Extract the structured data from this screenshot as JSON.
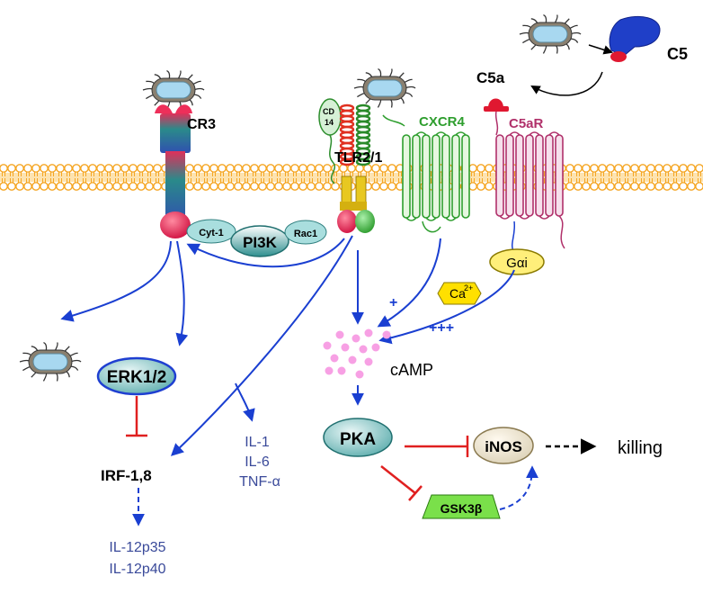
{
  "labels": {
    "c5": "C5",
    "c5a": "C5a",
    "cr3": "CR3",
    "cd14_line1": "CD",
    "cd14_line2": "14",
    "tlr": "TLR2/1",
    "cxcr4": "CXCR4",
    "c5ar": "C5aR",
    "cyt1": "Cyt-1",
    "pi3k": "PI3K",
    "rac1": "Rac1",
    "galpha": "Gαi",
    "ca": "Ca",
    "ca_sup": "2+",
    "plus": "+",
    "plus3": "+++",
    "camp": "cAMP",
    "erk": "ERK1/2",
    "irf": "IRF-1,8",
    "il1": "IL-1",
    "il6": "IL-6",
    "tnf": "TNF-α",
    "pka": "PKA",
    "inos": "iNOS",
    "killing": "killing",
    "gsk": "GSK3β",
    "il12p35": "IL-12p35",
    "il12p40": "IL-12p40"
  },
  "colors": {
    "membrane": "#f5a623",
    "arrow_blue": "#1a3fd1",
    "inhibit_red": "#e02020",
    "cxcr4_green": "#2e9e2e",
    "c5ar_magenta": "#b0306a",
    "node_teal": "#4fa6a6",
    "cytokine_text": "#3a4a9a"
  }
}
